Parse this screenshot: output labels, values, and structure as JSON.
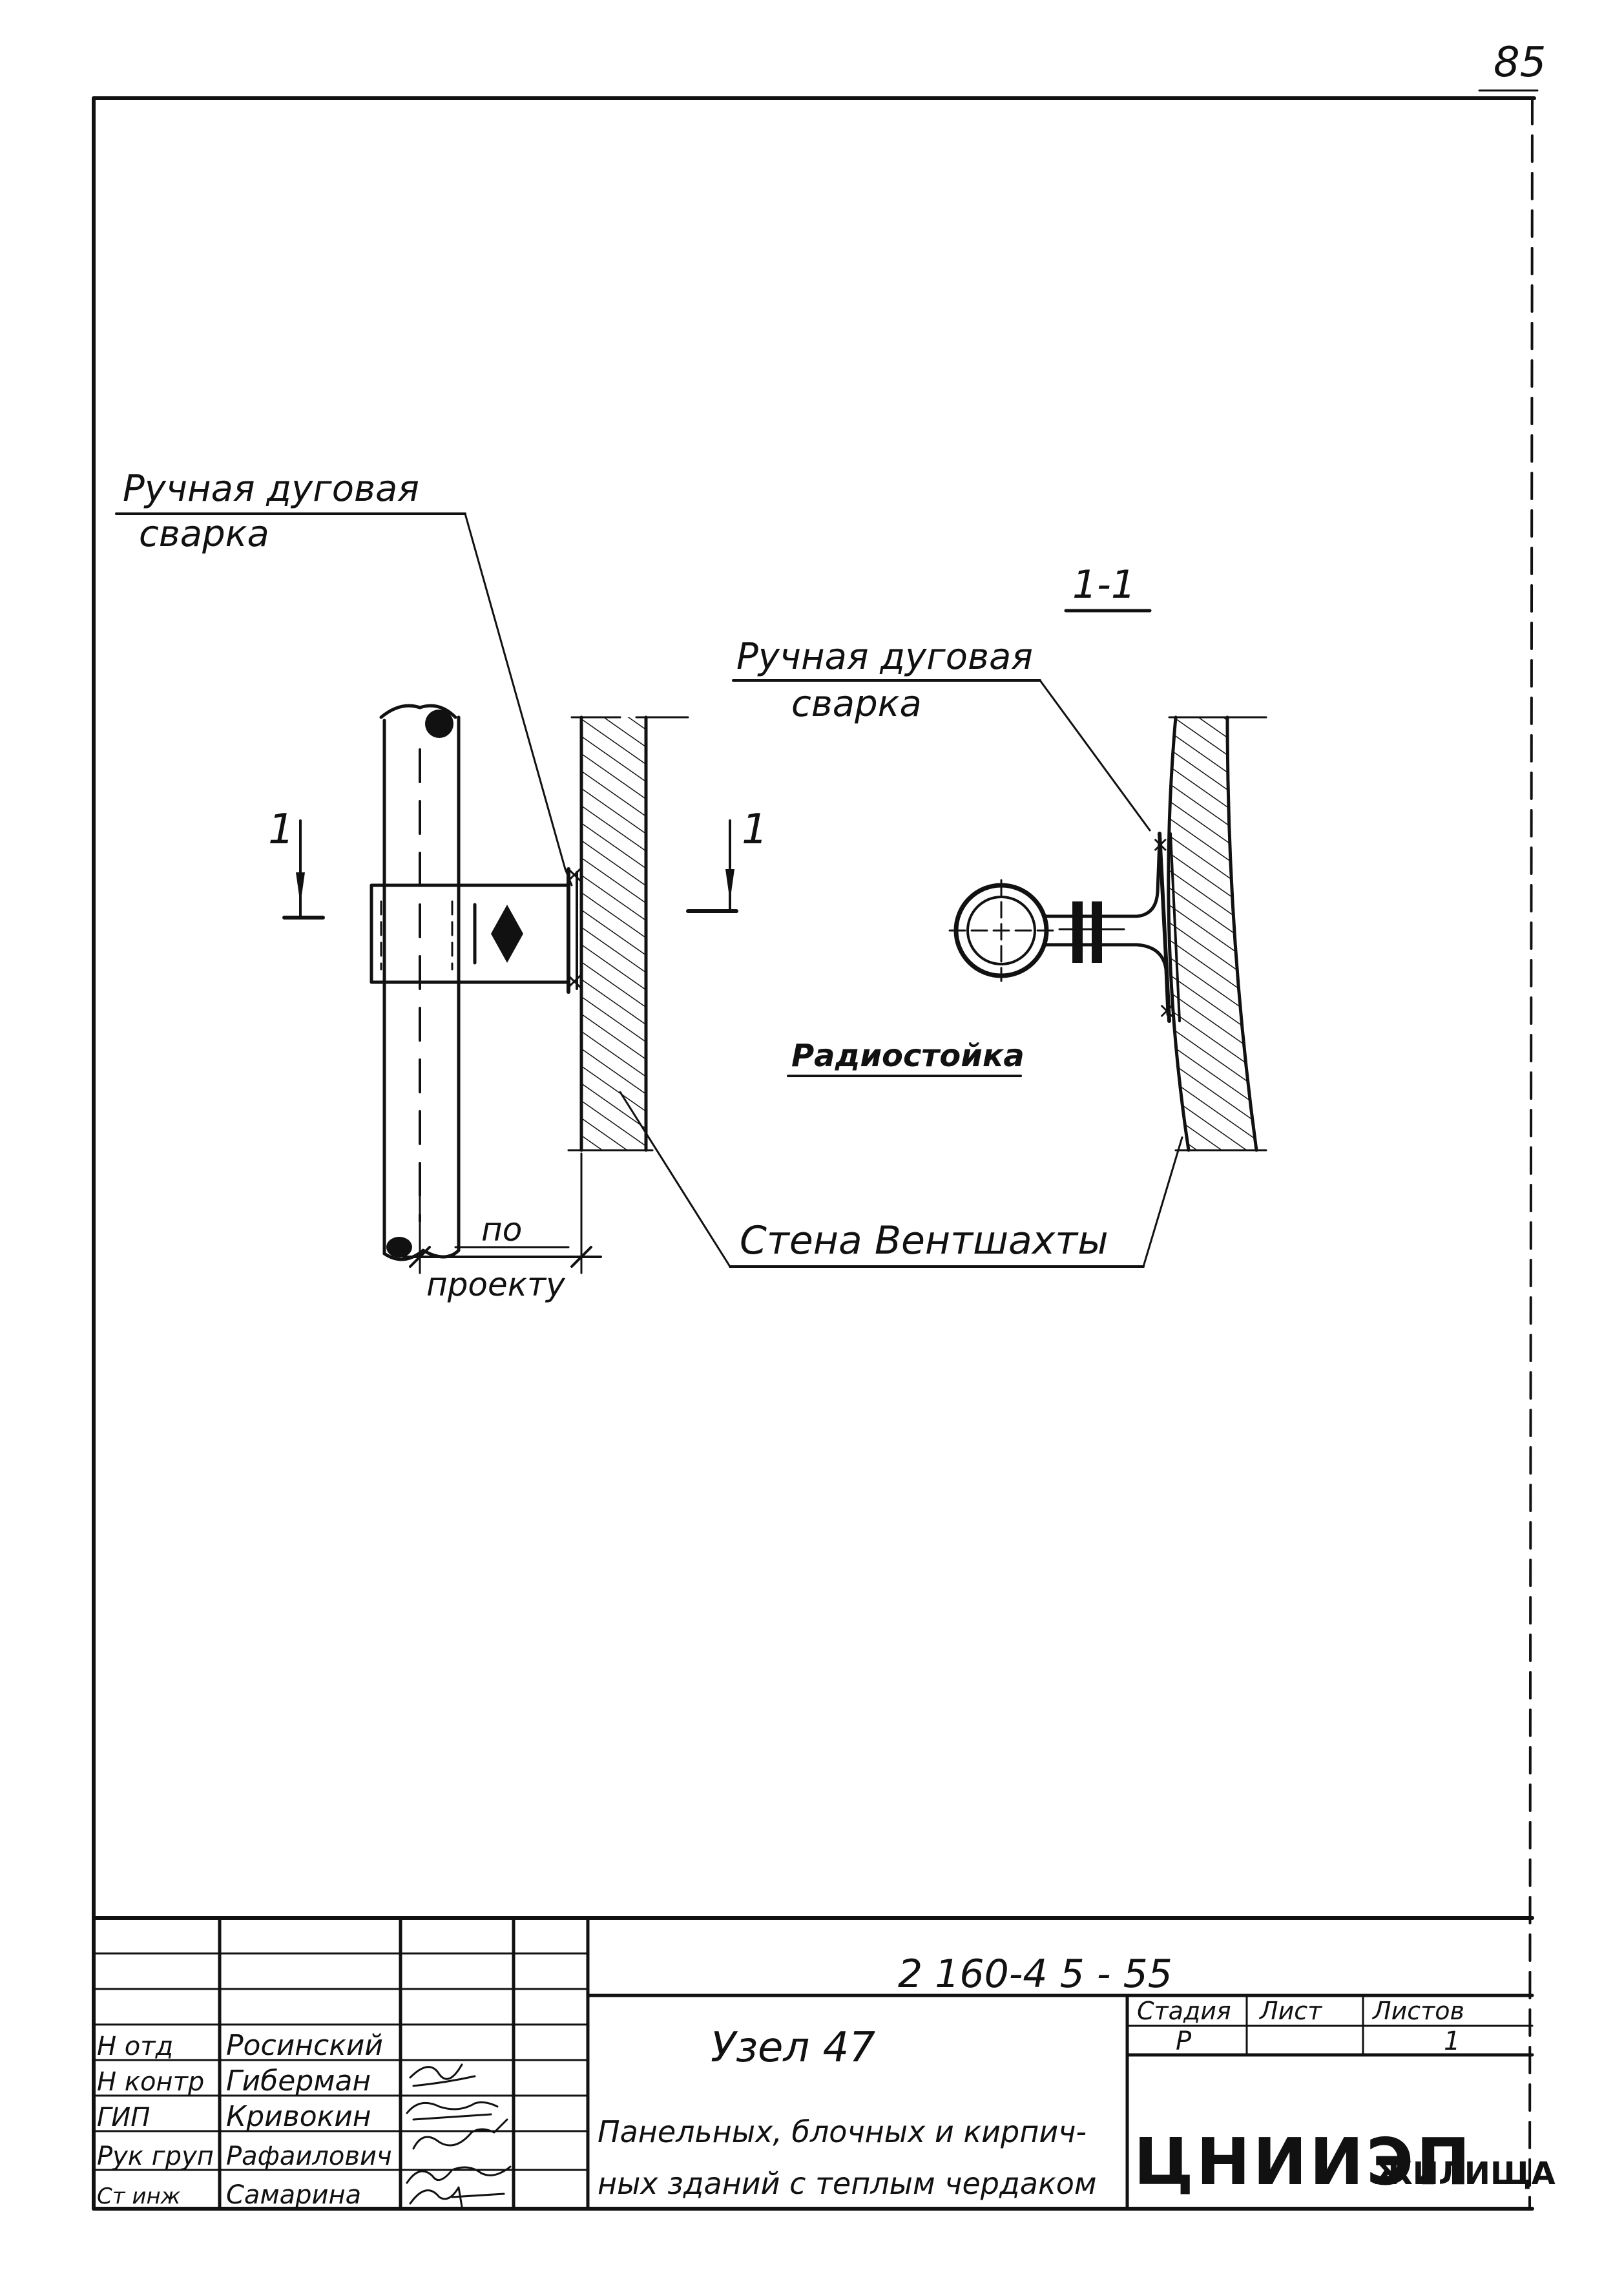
{
  "sheet_number": "85",
  "left_view": {
    "weld_label_line1": "Ручная дуговая",
    "weld_label_line2": "сварка",
    "section_mark_left": "1",
    "section_mark_right": "1",
    "dim_label_line1": "по",
    "dim_label_line2": "проекту"
  },
  "right_view": {
    "section_title": "1-1",
    "weld_label_line1": "Ручная дуговая",
    "weld_label_line2": "сварка",
    "riser_label": "Радиостойка"
  },
  "shared": {
    "wall_label": "Стена Вентшахты"
  },
  "title_block": {
    "doc_code": "2 160-4 5 - 55",
    "roles": [
      "Н отд",
      "Н контр",
      "ГИП",
      "Рук груп",
      "Ст инж"
    ],
    "names": [
      "Росинский",
      "Гиберман",
      "Кривокин",
      "Рафаилович",
      "Самарина"
    ],
    "node_title": "Узел 47",
    "description_line1": "Панельных, блочных и кирпич-",
    "description_line2": "ных зданий с теплым чердаком",
    "col_stage": "Стадия",
    "col_sheet": "Лист",
    "col_sheets": "Листов",
    "stage_value": "Р",
    "sheets_value": "1",
    "org_logo": "ЦНИИЭП",
    "org_suffix": "ЖИЛИЩА"
  }
}
